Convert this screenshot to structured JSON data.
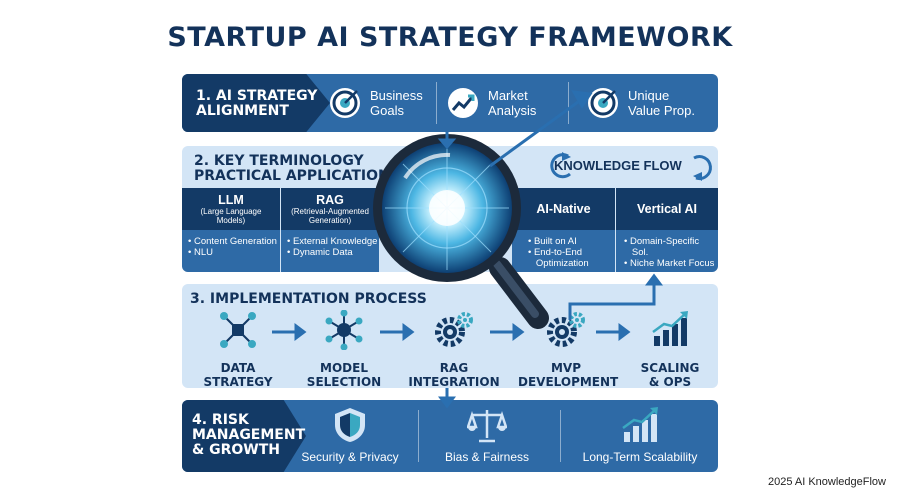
{
  "title": "STARTUP AI STRATEGY FRAMEWORK",
  "section1": {
    "heading_line1": "1. AI STRATEGY",
    "heading_line2": "ALIGNMENT",
    "items": [
      {
        "line1": "Business",
        "line2": "Goals",
        "icon": "target-icon"
      },
      {
        "line1": "Market",
        "line2": "Analysis",
        "icon": "trend-chart-icon"
      },
      {
        "line1": "Unique",
        "line2": "Value Prop.",
        "icon": "target-icon"
      }
    ]
  },
  "section2": {
    "heading_line1": "2. KEY TERMINOLOGY",
    "heading_line2": "PRACTICAL APPLICATION",
    "knowledge_flow": "KNOWLEDGE FLOW",
    "terms": [
      {
        "name": "LLM",
        "sub1": "(Large Language",
        "sub2": "Models)",
        "bullets": [
          "• Content Generation",
          "• NLU"
        ]
      },
      {
        "name": "RAG",
        "sub1": "(Retrieval-Augmented",
        "sub2": "Generation)",
        "bullets": [
          "• External Knowledge",
          "• Dynamic Data"
        ]
      },
      {
        "name": "AI-Native",
        "bullets": [
          "• Built on AI",
          "• End-to-End",
          "   Optimization"
        ]
      },
      {
        "name": "Vertical AI",
        "bullets": [
          "• Domain-Specific",
          "   Sol.",
          "• Niche Market Focus"
        ]
      }
    ]
  },
  "section3": {
    "heading": "3. IMPLEMENTATION PROCESS",
    "steps": [
      {
        "line1": "DATA",
        "line2": "STRATEGY",
        "icon": "network-icon"
      },
      {
        "line1": "MODEL",
        "line2": "SELECTION",
        "icon": "neural-node-icon"
      },
      {
        "line1": "RAG",
        "line2": "INTEGRATION",
        "icon": "gears-icon"
      },
      {
        "line1": "MVP",
        "line2": "DEVELOPMENT",
        "icon": "gears-icon"
      },
      {
        "line1": "SCALING",
        "line2": "& OPS",
        "icon": "growth-chart-icon"
      }
    ]
  },
  "section4": {
    "heading_line1": "4. RISK",
    "heading_line2": "MANAGEMENT",
    "heading_line3": "& GROWTH",
    "items": [
      {
        "label": "Security & Privacy",
        "icon": "shield-icon"
      },
      {
        "label": "Bias & Fairness",
        "icon": "scales-icon"
      },
      {
        "label": "Long-Term Scalability",
        "icon": "growth-chart-icon"
      }
    ]
  },
  "footer": "2025 AI KnowledgeFlow",
  "colors": {
    "navy": "#133a66",
    "mid_blue": "#2e6aa6",
    "light_blue": "#d3e5f6",
    "accent_teal": "#3aa8c1",
    "arrow_blue": "#2a6fb0"
  }
}
